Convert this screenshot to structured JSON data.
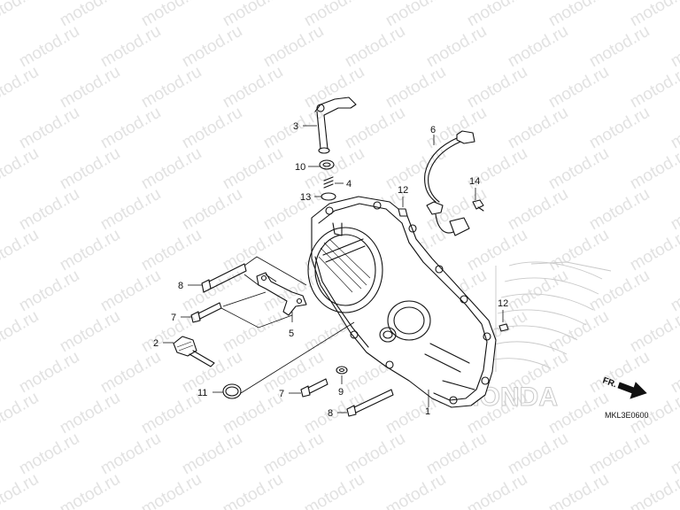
{
  "watermark": "motod.ru",
  "diagram_code": "MKL3E0600",
  "direction_label": "FR.",
  "callouts": {
    "c1": "1",
    "c2": "2",
    "c3": "3",
    "c4": "4",
    "c5": "5",
    "c6": "6",
    "c7a": "7",
    "c7b": "7",
    "c8a": "8",
    "c8b": "8",
    "c9": "9",
    "c10": "10",
    "c11": "11",
    "c12a": "12",
    "c12b": "12",
    "c13": "13",
    "c14": "14"
  },
  "colors": {
    "line": "#111111",
    "watermark": "#e2e2e2",
    "logo": "#c9c9c9"
  }
}
